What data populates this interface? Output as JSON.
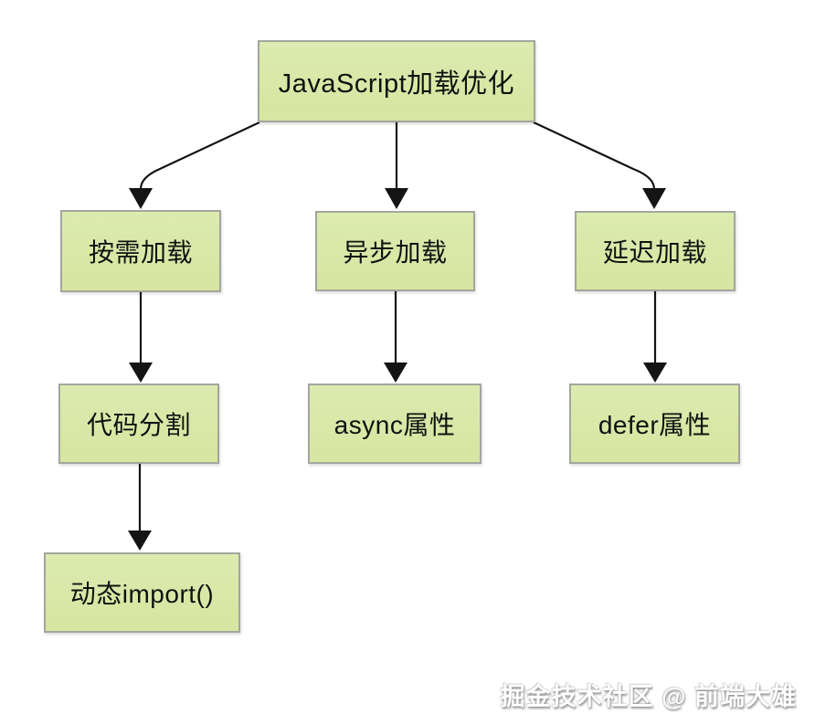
{
  "diagram": {
    "nodes": {
      "root": {
        "label": "JavaScript加载优化"
      },
      "on_demand": {
        "label": "按需加载"
      },
      "async_load": {
        "label": "异步加载"
      },
      "defer_load": {
        "label": "延迟加载"
      },
      "code_split": {
        "label": "代码分割"
      },
      "async_attr": {
        "label": "async属性"
      },
      "defer_attr": {
        "label": "defer属性"
      },
      "dynamic_import": {
        "label": "动态import()"
      }
    },
    "edges": [
      {
        "from": "root",
        "to": "on_demand"
      },
      {
        "from": "root",
        "to": "async_load"
      },
      {
        "from": "root",
        "to": "defer_load"
      },
      {
        "from": "on_demand",
        "to": "code_split"
      },
      {
        "from": "async_load",
        "to": "async_attr"
      },
      {
        "from": "defer_load",
        "to": "defer_attr"
      },
      {
        "from": "code_split",
        "to": "dynamic_import"
      }
    ]
  },
  "watermark": {
    "text": "掘金技术社区 @ 前端大雄"
  },
  "colors": {
    "background": "#ffffff",
    "node_fill": "#d7e6a2",
    "node_fill_light": "#dcebb0",
    "node_border": "#a3a69d",
    "arrow": "#141414"
  }
}
